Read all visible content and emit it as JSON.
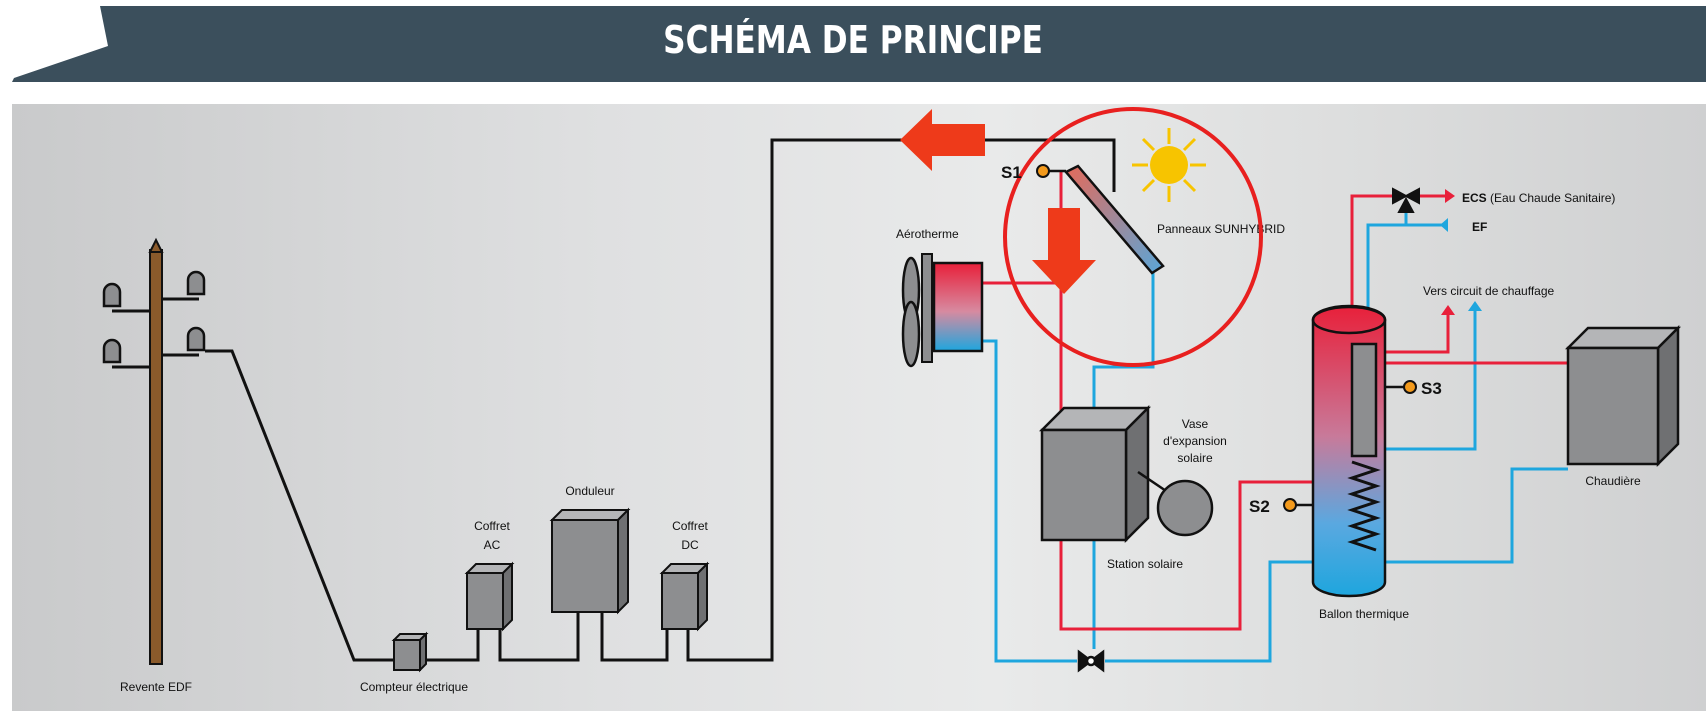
{
  "banner": {
    "title": "SCHÉMA DE PRINCIPE"
  },
  "labels": {
    "revente_edf": "Revente EDF",
    "compteur": "Compteur électrique",
    "coffret_ac_1": "Coffret",
    "coffret_ac_2": "AC",
    "onduleur": "Onduleur",
    "coffret_dc_1": "Coffret",
    "coffret_dc_2": "DC",
    "aerotherme": "Aérotherme",
    "panneaux": "Panneaux SUNHYBRID",
    "vase_1": "Vase",
    "vase_2": "d'expansion",
    "vase_3": "solaire",
    "station": "Station solaire",
    "ballon": "Ballon thermique",
    "chaudiere": "Chaudière",
    "vers_circuit": "Vers circuit de chauffage",
    "ecs_bold": "ECS",
    "ecs_rest": " (Eau Chaude Sanitaire)",
    "ef": "EF",
    "s1": "S1",
    "s2": "S2",
    "s3": "S3"
  },
  "icons": [
    "sun-icon",
    "fan-icon",
    "valve-icon",
    "three-way-valve-icon",
    "arrow-left-icon",
    "arrow-down-icon"
  ],
  "colors": {
    "banner": "#3b4f5c",
    "hot_pipe": "#e8203a",
    "cold_pipe": "#1ea6de",
    "wire": "#111111",
    "highlight_circle": "#e8201f",
    "arrow": "#ee3a1a",
    "sun": "#f7c400",
    "sensor": "#f39a1c",
    "equipment": "#8d8e90",
    "pole": "#8a5a2b"
  }
}
